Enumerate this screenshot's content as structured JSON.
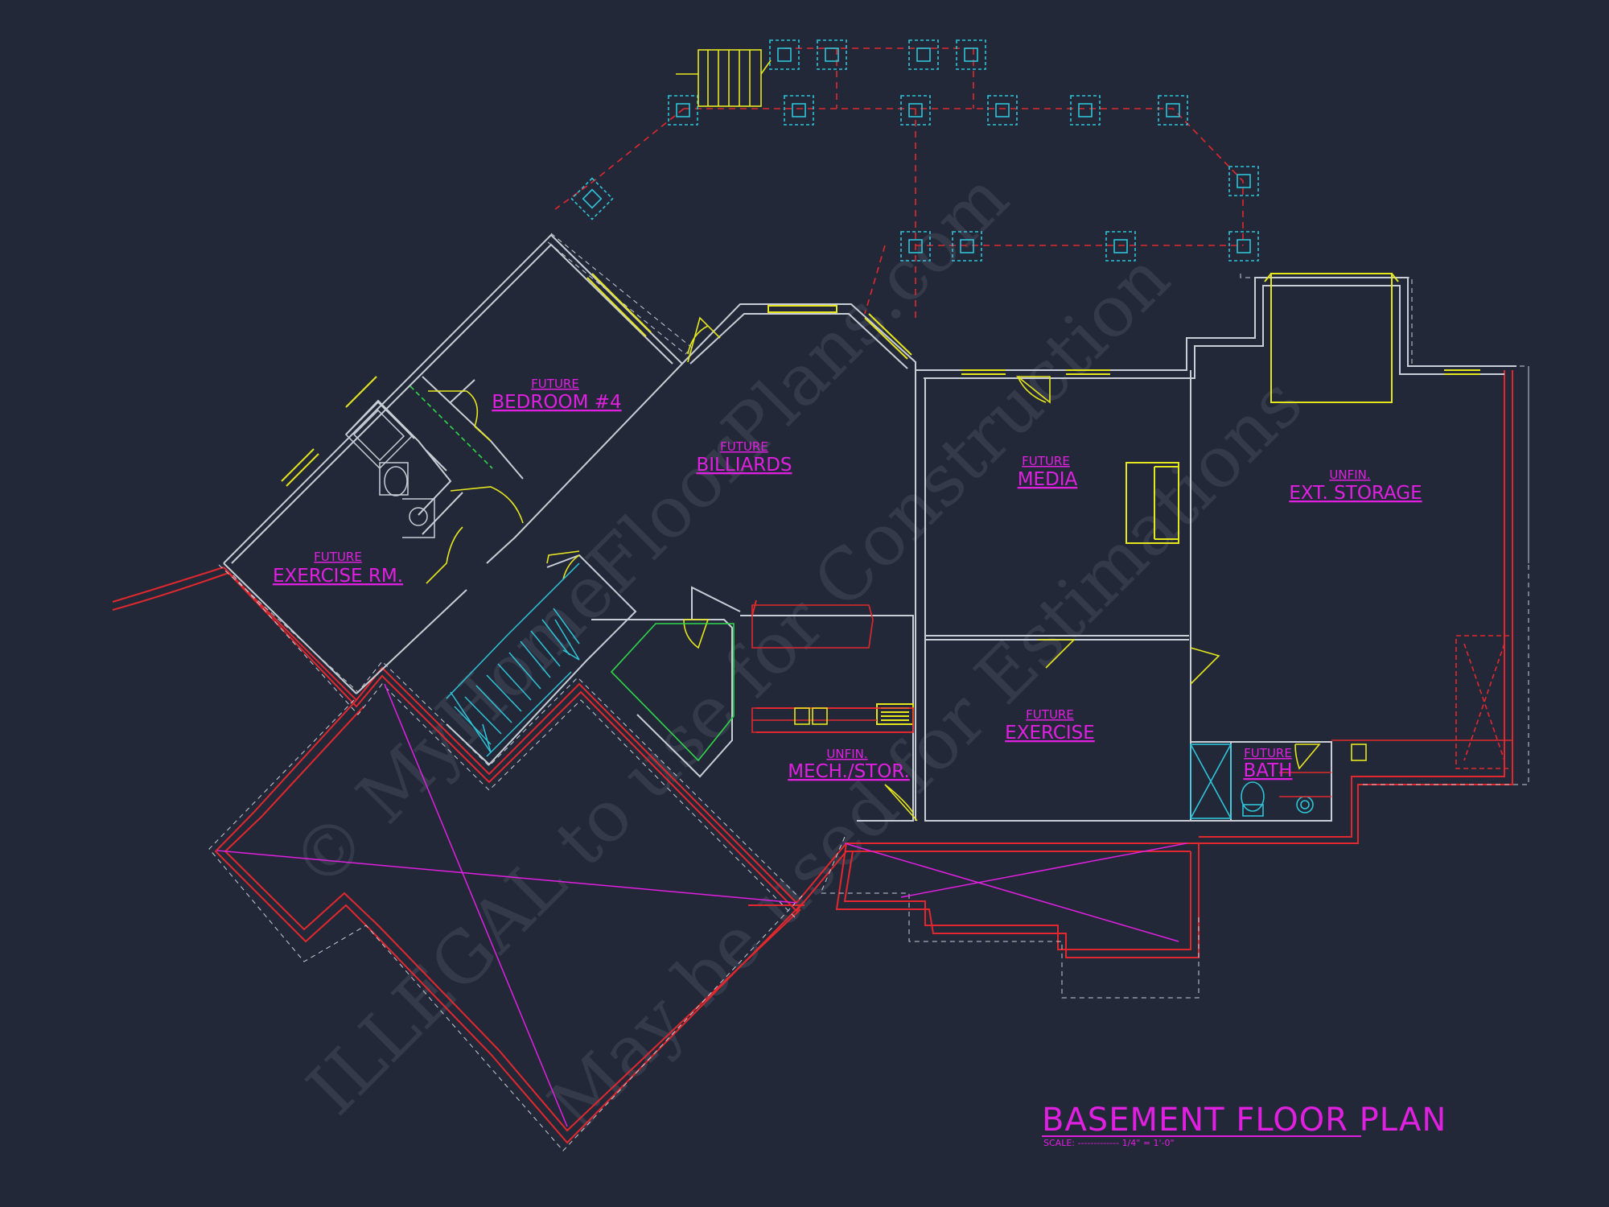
{
  "drawing": {
    "title": "BASEMENT FLOOR PLAN",
    "scale": "SCALE: ------------- 1/4\" = 1'-0\"",
    "colors": {
      "background": "#232838",
      "wall": "#c9cdd6",
      "foundation": "#e0282e",
      "label": "#e020e0",
      "window": "#e6e61e",
      "fixture": "#2ec4d8",
      "column": "#2ec4d8"
    }
  },
  "rooms": {
    "bedroom4": {
      "prefix": "FUTURE",
      "name": "BEDROOM #4"
    },
    "billiards": {
      "prefix": "FUTURE",
      "name": "BILLIARDS"
    },
    "media": {
      "prefix": "FUTURE",
      "name": "MEDIA"
    },
    "ext_storage": {
      "prefix": "UNFIN.",
      "name": "EXT. STORAGE"
    },
    "exercise_rm": {
      "prefix": "FUTURE",
      "name": "EXERCISE RM."
    },
    "exercise": {
      "prefix": "FUTURE",
      "name": "EXERCISE"
    },
    "bath": {
      "prefix": "FUTURE",
      "name": "BATH"
    },
    "mech": {
      "prefix": "UNFIN.",
      "name": "MECH./STOR."
    }
  },
  "watermark": {
    "line1": "© MyHomeFloorPlans.com",
    "line2": "ILLEGAL to use for Construction",
    "line3": "May be used for Estimations"
  }
}
